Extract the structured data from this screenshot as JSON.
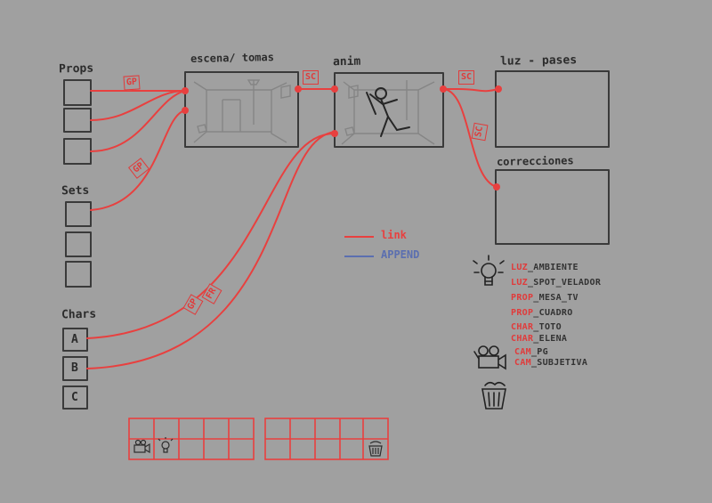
{
  "labels": {
    "props": "Props",
    "sets": "Sets",
    "chars": "Chars",
    "escena": "escena/ tomas",
    "anim": "anim",
    "luz": "luz - pases",
    "correcciones": "correcciones"
  },
  "char_boxes": [
    "A",
    "B",
    "C"
  ],
  "tags": {
    "gp1": "GP",
    "gp2": "GP",
    "sc1": "SC",
    "sc2": "SC",
    "sc3": "SC",
    "gp3": "GP",
    "fr": "FR"
  },
  "legend": {
    "link": "link",
    "append": "APPEND",
    "link_color": "#e8403f",
    "append_color": "#5b6fb0"
  },
  "assets": [
    {
      "prefix": "LUZ",
      "suffix": "_AMBIENTE"
    },
    {
      "prefix": "LUZ",
      "suffix": "_SPOT_VELADOR"
    },
    {
      "prefix": "PROP",
      "suffix": "_MESA_TV"
    },
    {
      "prefix": "PROP",
      "suffix": "_CUADRO"
    },
    {
      "prefix": "CHAR",
      "suffix": "_TOTO"
    },
    {
      "prefix": "CHAR",
      "suffix": "_ELENA"
    },
    {
      "prefix": "CAM",
      "suffix": "_PG"
    },
    {
      "prefix": "CAM",
      "suffix": "_SUBJETIVA"
    }
  ],
  "icons": {
    "bulb": "lightbulb-icon",
    "camera": "camera-icon",
    "trash": "trash-icon"
  }
}
